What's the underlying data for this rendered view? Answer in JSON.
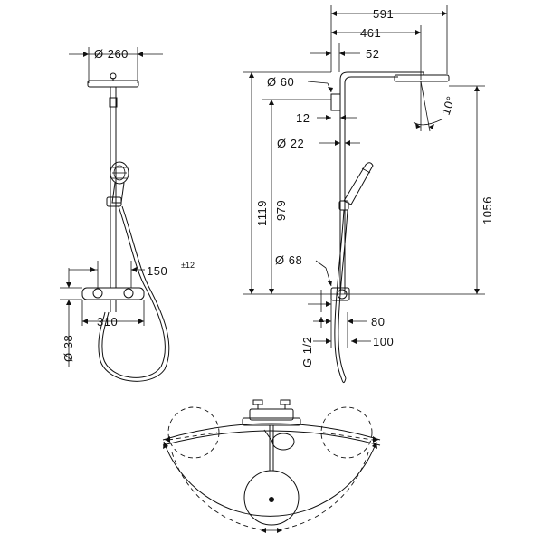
{
  "front_view": {
    "dia_260": "Ø 260",
    "d150": "150",
    "d150_tol": "±12",
    "dia_38": "Ø 38",
    "d310": "310"
  },
  "side_view": {
    "d591": "591",
    "d461": "461",
    "d52": "52",
    "dia_60": "Ø 60",
    "d12": "12",
    "angle_10": "10°",
    "dia_22": "Ø 22",
    "d1119": "1119",
    "d979": "979",
    "d1056": "1056",
    "dia_68": "Ø 68",
    "g12": "G 1/2",
    "d80": "80",
    "d100": "100"
  },
  "colors": {
    "line": "#111111",
    "background": "#ffffff"
  }
}
